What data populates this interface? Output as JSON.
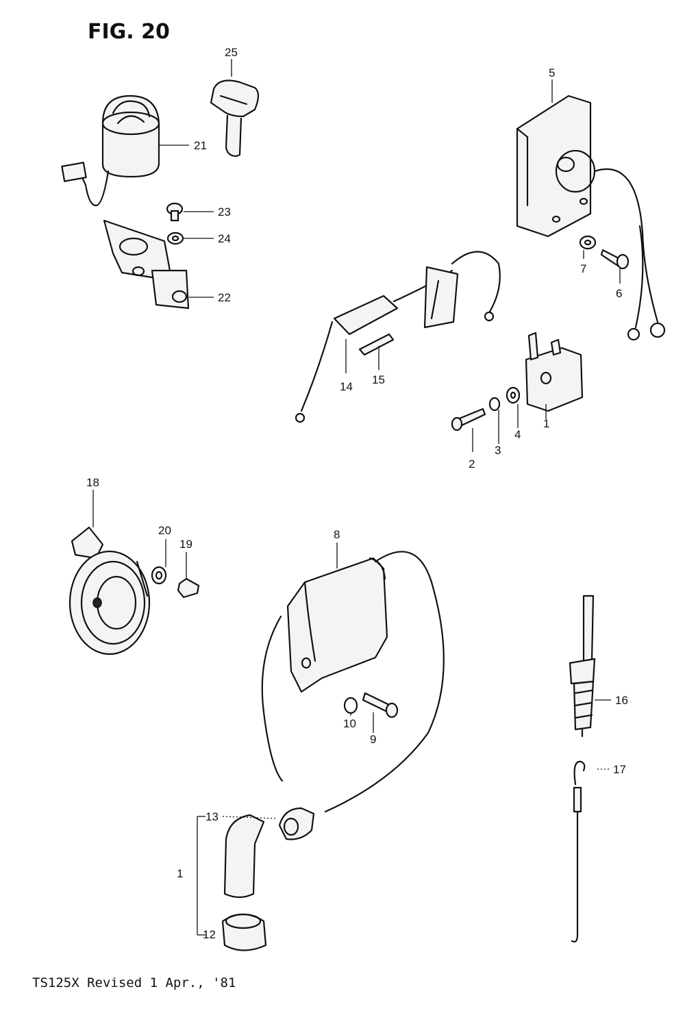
{
  "title": "FIG. 20",
  "footer": "TS125X  Revised 1 Apr., '81",
  "labels": {
    "p1": "1",
    "p2": "2",
    "p3": "3",
    "p4": "4",
    "p5": "5",
    "p6": "6",
    "p7": "7",
    "p8": "8",
    "p9": "9",
    "p10": "10",
    "p12": "12",
    "p13": "13",
    "p14": "14",
    "p15": "15",
    "p16": "16",
    "p17": "17",
    "p18": "18",
    "p19": "19",
    "p20": "20",
    "p21": "21",
    "p22": "22",
    "p23": "23",
    "p24": "24",
    "p25": "25",
    "pcap": "1"
  }
}
